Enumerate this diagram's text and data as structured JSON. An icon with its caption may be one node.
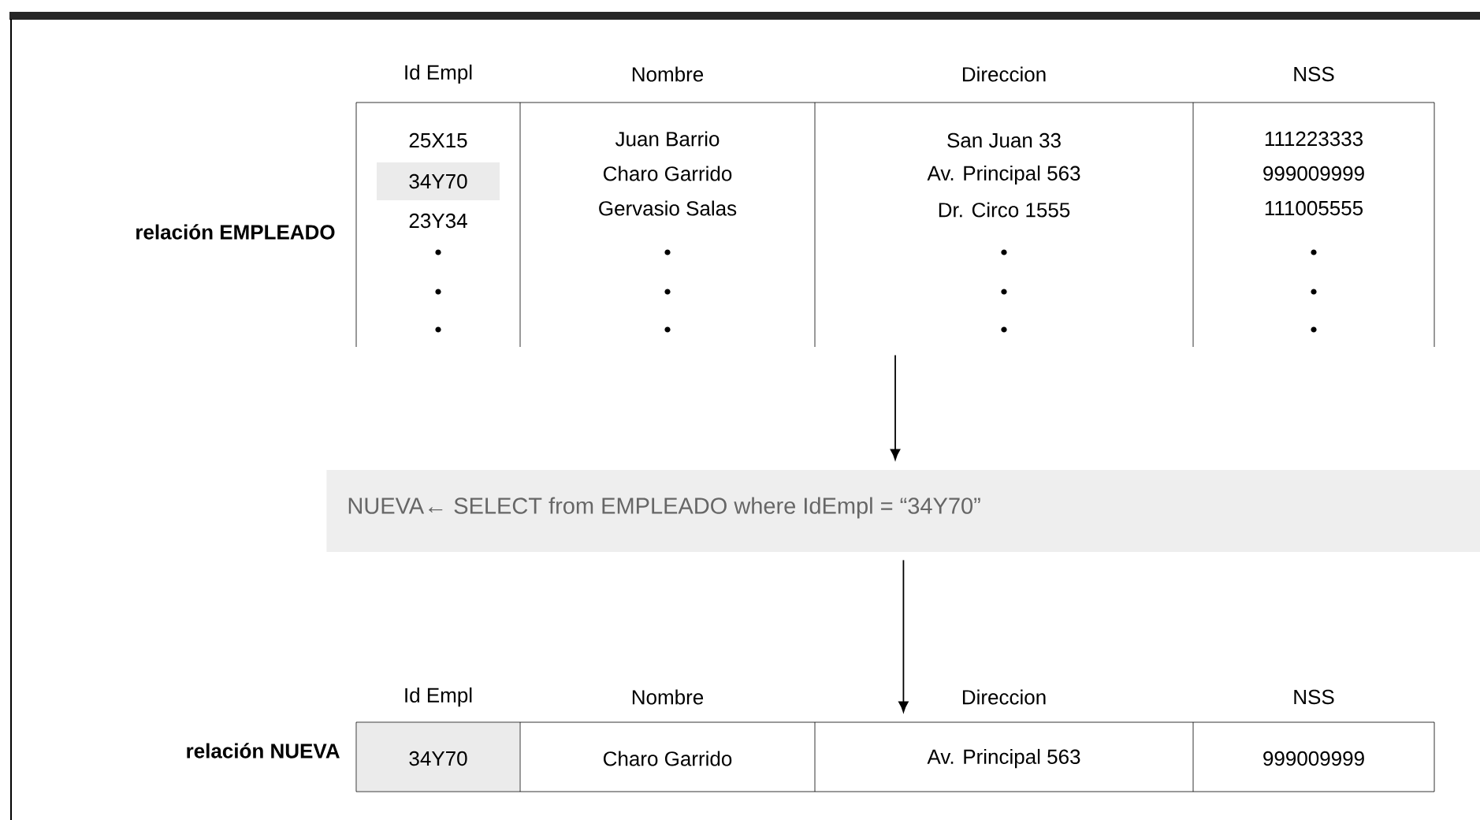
{
  "diagram": {
    "nodes": [
      {
        "text": [
          "Id Empl",
          "Nombre",
          "Direccion",
          "NSS",
          "25X15",
          "Juan Barrio",
          "San Juan 33",
          "111223333",
          "34Y70",
          "Charo Garrido",
          "Av. Principal 563",
          "999009999",
          "23Y34",
          "Gervasio Salas",
          "Dr. Circo 1555",
          "111005555"
        ],
        "beside": [
          "relación EMPLEADO"
        ]
      },
      {
        "text": [
          "NUEVA← SELECT from EMPLEADO where IdEmpl = “34Y70”"
        ]
      },
      {
        "text": [
          "Id Empl",
          "Nombre",
          "Direccion",
          "NSS",
          "34Y70",
          "Charo Garrido",
          "Av. Principal 563",
          "999009999"
        ],
        "beside": [
          "relación NUEVA"
        ]
      }
    ],
    "edges": [
      {
        "from": 0,
        "to": 1,
        "arrow": "to"
      },
      {
        "from": 1,
        "to": 2,
        "arrow": "to"
      }
    ]
  }
}
